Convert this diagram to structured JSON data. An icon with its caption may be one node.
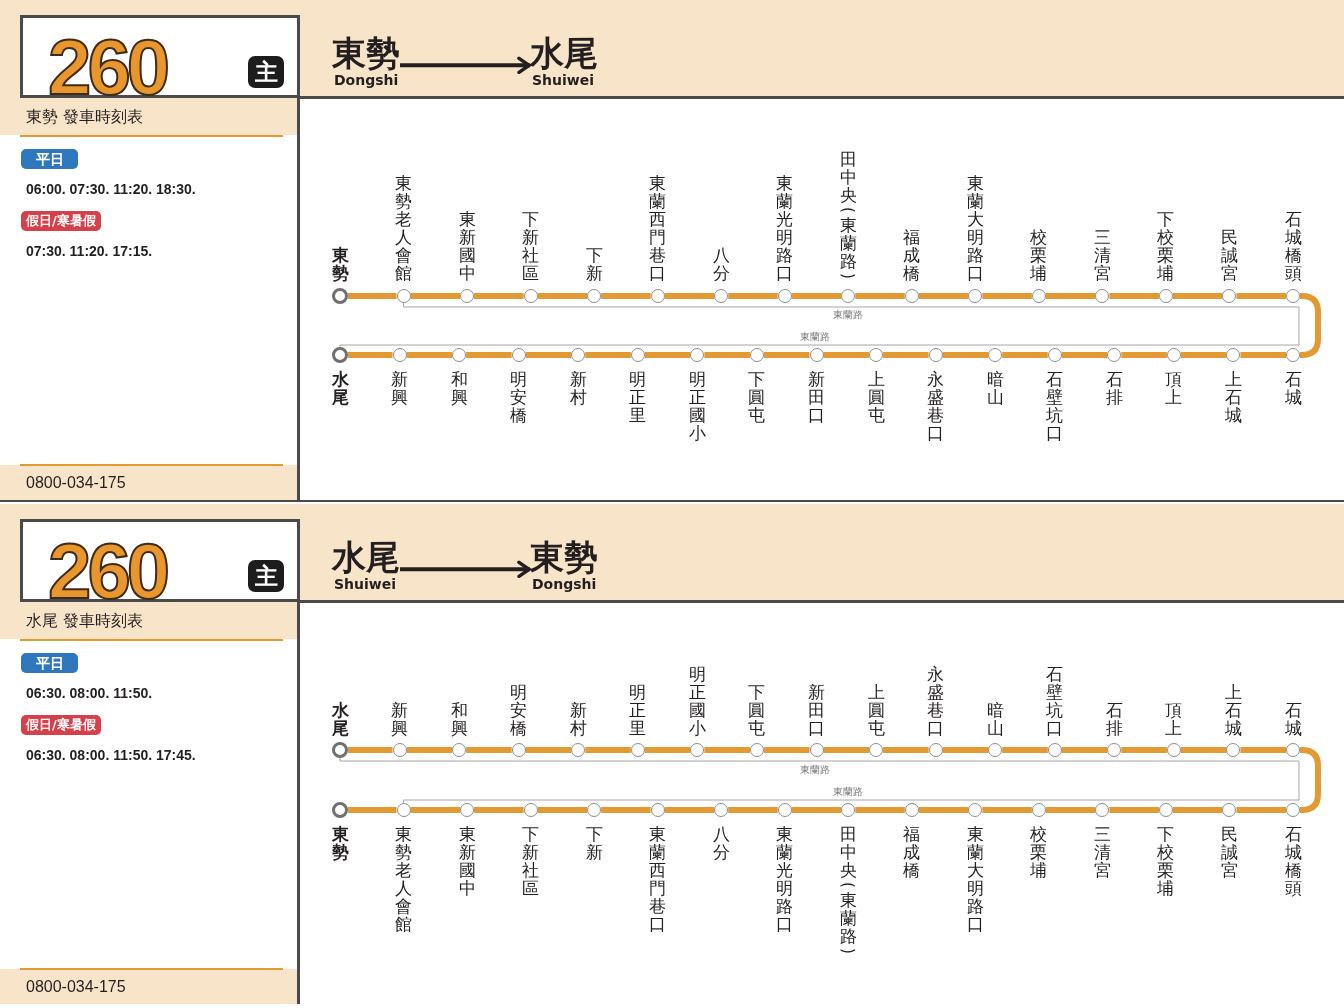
{
  "diagram": {
    "nodes": [
      {
        "text": [
          "260"
        ]
      },
      {
        "text": [
          "主"
        ],
        "in": 0
      },
      {
        "text": [
          "東勢",
          "Dongshi"
        ]
      },
      {
        "text": [
          "水尾",
          "Shuiwei"
        ]
      },
      {
        "text": [
          "東勢 發車時刻表"
        ]
      },
      {
        "text": [
          "平日"
        ]
      },
      {
        "text": [
          "假日/寒暑假"
        ]
      },
      {
        "text": [
          "0800-034-175"
        ]
      },
      {
        "text": [],
        "shape": "circle",
        "beside": [
          "東勢"
        ]
      },
      {
        "text": [],
        "shape": "circle",
        "beside": [
          "東勢老人會館"
        ]
      },
      {
        "text": [],
        "shape": "circle",
        "beside": [
          "東新國中"
        ]
      },
      {
        "text": [],
        "shape": "circle",
        "beside": [
          "下新社區"
        ]
      },
      {
        "text": [],
        "shape": "circle",
        "beside": [
          "下新"
        ]
      },
      {
        "text": [],
        "shape": "circle",
        "beside": [
          "東蘭西門巷口"
        ]
      },
      {
        "text": [],
        "shape": "circle",
        "beside": [
          "八分"
        ]
      },
      {
        "text": [],
        "shape": "circle",
        "beside": [
          "東蘭光明路口"
        ]
      },
      {
        "text": [],
        "shape": "circle",
        "beside": [
          "田中央(東蘭路)"
        ]
      },
      {
        "text": [],
        "shape": "circle",
        "beside": [
          "福成橋"
        ]
      },
      {
        "text": [],
        "shape": "circle",
        "beside": [
          "東蘭大明路口"
        ]
      },
      {
        "text": [],
        "shape": "circle",
        "beside": [
          "校栗埔"
        ]
      },
      {
        "text": [],
        "shape": "circle",
        "beside": [
          "三清宮"
        ]
      },
      {
        "text": [],
        "shape": "circle",
        "beside": [
          "下校栗埔"
        ]
      },
      {
        "text": [],
        "shape": "circle",
        "beside": [
          "民誠宮"
        ]
      },
      {
        "text": [],
        "shape": "circle",
        "beside": [
          "石城橋頭"
        ]
      },
      {
        "text": [],
        "shape": "circle",
        "beside": [
          "石城"
        ]
      },
      {
        "text": [],
        "shape": "circle",
        "beside": [
          "上石城"
        ]
      },
      {
        "text": [],
        "shape": "circle",
        "beside": [
          "頂上"
        ]
      },
      {
        "text": [],
        "shape": "circle",
        "beside": [
          "石排"
        ]
      },
      {
        "text": [],
        "shape": "circle",
        "beside": [
          "石壁坑口"
        ]
      },
      {
        "text": [],
        "shape": "circle",
        "beside": [
          "暗山"
        ]
      },
      {
        "text": [],
        "shape": "circle",
        "beside": [
          "永盛巷口"
        ]
      },
      {
        "text": [],
        "shape": "circle",
        "beside": [
          "上圓屯"
        ]
      },
      {
        "text": [],
        "shape": "circle",
        "beside": [
          "新田口"
        ]
      },
      {
        "text": [],
        "shape": "circle",
        "beside": [
          "下圓屯"
        ]
      },
      {
        "text": [],
        "shape": "circle",
        "beside": [
          "明正國小"
        ]
      },
      {
        "text": [],
        "shape": "circle",
        "beside": [
          "明正里"
        ]
      },
      {
        "text": [],
        "shape": "circle",
        "beside": [
          "新村"
        ]
      },
      {
        "text": [],
        "shape": "circle",
        "beside": [
          "明安橋"
        ]
      },
      {
        "text": [],
        "shape": "circle",
        "beside": [
          "和興"
        ]
      },
      {
        "text": [],
        "shape": "circle",
        "beside": [
          "新興"
        ]
      },
      {
        "text": [],
        "shape": "circle",
        "beside": [
          "水尾"
        ]
      },
      {
        "text": [
          "260"
        ]
      },
      {
        "text": [
          "主"
        ],
        "in": 41
      },
      {
        "text": [
          "水尾",
          "Shuiwei"
        ]
      },
      {
        "text": [
          "東勢",
          "Dongshi"
        ]
      },
      {
        "text": [
          "水尾 發車時刻表"
        ]
      },
      {
        "text": [
          "平日"
        ]
      },
      {
        "text": [
          "假日/寒暑假"
        ]
      },
      {
        "text": [
          "0800-034-175"
        ]
      },
      {
        "text": [],
        "shape": "circle",
        "beside": [
          "水尾"
        ]
      },
      {
        "text": [],
        "shape": "circle",
        "beside": [
          "新興"
        ]
      },
      {
        "text": [],
        "shape": "circle",
        "beside": [
          "和興"
        ]
      },
      {
        "text": [],
        "shape": "circle",
        "beside": [
          "明安橋"
        ]
      },
      {
        "text": [],
        "shape": "circle",
        "beside": [
          "新村"
        ]
      },
      {
        "text": [],
        "shape": "circle",
        "beside": [
          "明正里"
        ]
      },
      {
        "text": [],
        "shape": "circle",
        "beside": [
          "明正國小"
        ]
      },
      {
        "text": [],
        "shape": "circle",
        "beside": [
          "下圓屯"
        ]
      },
      {
        "text": [],
        "shape": "circle",
        "beside": [
          "新田口"
        ]
      },
      {
        "text": [],
        "shape": "circle",
        "beside": [
          "上圓屯"
        ]
      },
      {
        "text": [],
        "shape": "circle",
        "beside": [
          "永盛巷口"
        ]
      },
      {
        "text": [],
        "shape": "circle",
        "beside": [
          "暗山"
        ]
      },
      {
        "text": [],
        "shape": "circle",
        "beside": [
          "石壁坑口"
        ]
      },
      {
        "text": [],
        "shape": "circle",
        "beside": [
          "石排"
        ]
      },
      {
        "text": [],
        "shape": "circle",
        "beside": [
          "頂上"
        ]
      },
      {
        "text": [],
        "shape": "circle",
        "beside": [
          "上石城"
        ]
      },
      {
        "text": [],
        "shape": "circle",
        "beside": [
          "石城"
        ]
      },
      {
        "text": [],
        "shape": "circle",
        "beside": [
          "石城橋頭"
        ]
      },
      {
        "text": [],
        "shape": "circle",
        "beside": [
          "民誠宮"
        ]
      },
      {
        "text": [],
        "shape": "circle",
        "beside": [
          "下校栗埔"
        ]
      },
      {
        "text": [],
        "shape": "circle",
        "beside": [
          "三清宮"
        ]
      },
      {
        "text": [],
        "shape": "circle",
        "beside": [
          "校栗埔"
        ]
      },
      {
        "text": [],
        "shape": "circle",
        "beside": [
          "東蘭大明路口"
        ]
      },
      {
        "text": [],
        "shape": "circle",
        "beside": [
          "福成橋"
        ]
      },
      {
        "text": [],
        "shape": "circle",
        "beside": [
          "田中央(東蘭路)"
        ]
      },
      {
        "text": [],
        "shape": "circle",
        "beside": [
          "東蘭光明路口"
        ]
      },
      {
        "text": [],
        "shape": "circle",
        "beside": [
          "八分"
        ]
      },
      {
        "text": [],
        "shape": "circle",
        "beside": [
          "東蘭西門巷口"
        ]
      },
      {
        "text": [],
        "shape": "circle",
        "beside": [
          "下新"
        ]
      },
      {
        "text": [],
        "shape": "circle",
        "beside": [
          "下新社區"
        ]
      },
      {
        "text": [],
        "shape": "circle",
        "beside": [
          "東新國中"
        ]
      },
      {
        "text": [],
        "shape": "circle",
        "beside": [
          "東勢老人會館"
        ]
      },
      {
        "text": [],
        "shape": "circle",
        "beside": [
          "東勢"
        ]
      }
    ],
    "edges": [
      {
        "from": 2,
        "to": 3,
        "arrow": "to",
        "color": "#231f20"
      },
      {
        "from": 8,
        "to": 9,
        "arrow": "none"
      },
      {
        "from": 9,
        "to": 10,
        "arrow": "none"
      },
      {
        "from": 10,
        "to": 11,
        "arrow": "none"
      },
      {
        "from": 11,
        "to": 12,
        "arrow": "none"
      },
      {
        "from": 12,
        "to": 13,
        "arrow": "none"
      },
      {
        "from": 13,
        "to": 14,
        "arrow": "none"
      },
      {
        "from": 14,
        "to": 15,
        "arrow": "none"
      },
      {
        "from": 15,
        "to": 16,
        "arrow": "none"
      },
      {
        "from": 16,
        "to": 17,
        "arrow": "none"
      },
      {
        "from": 17,
        "to": 18,
        "arrow": "none"
      },
      {
        "from": 18,
        "to": 19,
        "arrow": "none"
      },
      {
        "from": 19,
        "to": 20,
        "arrow": "none"
      },
      {
        "from": 20,
        "to": 21,
        "arrow": "none"
      },
      {
        "from": 21,
        "to": 22,
        "arrow": "none"
      },
      {
        "from": 22,
        "to": 23,
        "arrow": "none"
      },
      {
        "from": 23,
        "to": 24,
        "arrow": "none"
      },
      {
        "from": 24,
        "to": 25,
        "arrow": "none"
      },
      {
        "from": 25,
        "to": 26,
        "arrow": "none"
      },
      {
        "from": 26,
        "to": 27,
        "arrow": "none"
      },
      {
        "from": 27,
        "to": 28,
        "arrow": "none"
      },
      {
        "from": 28,
        "to": 29,
        "arrow": "none"
      },
      {
        "from": 29,
        "to": 30,
        "arrow": "none"
      },
      {
        "from": 30,
        "to": 31,
        "arrow": "none"
      },
      {
        "from": 31,
        "to": 32,
        "arrow": "none"
      },
      {
        "from": 32,
        "to": 33,
        "arrow": "none"
      },
      {
        "from": 33,
        "to": 34,
        "arrow": "none"
      },
      {
        "from": 34,
        "to": 35,
        "arrow": "none"
      },
      {
        "from": 35,
        "to": 36,
        "arrow": "none"
      },
      {
        "from": 36,
        "to": 37,
        "arrow": "none"
      },
      {
        "from": 37,
        "to": 38,
        "arrow": "none"
      },
      {
        "from": 38,
        "to": 39,
        "arrow": "none"
      },
      {
        "from": 39,
        "to": 40,
        "arrow": "none"
      },
      {
        "from": 9,
        "to": 40,
        "arrow": "none",
        "color": "#a6a6a6"
      },
      {
        "from": 43,
        "to": 44,
        "arrow": "to",
        "color": "#231f20"
      },
      {
        "from": 49,
        "to": 50,
        "arrow": "none"
      },
      {
        "from": 50,
        "to": 51,
        "arrow": "none"
      },
      {
        "from": 51,
        "to": 52,
        "arrow": "none"
      },
      {
        "from": 52,
        "to": 53,
        "arrow": "none"
      },
      {
        "from": 53,
        "to": 54,
        "arrow": "none"
      },
      {
        "from": 54,
        "to": 55,
        "arrow": "none"
      },
      {
        "from": 55,
        "to": 56,
        "arrow": "none"
      },
      {
        "from": 56,
        "to": 57,
        "arrow": "none"
      },
      {
        "from": 57,
        "to": 58,
        "arrow": "none"
      },
      {
        "from": 58,
        "to": 59,
        "arrow": "none"
      },
      {
        "from": 59,
        "to": 60,
        "arrow": "none"
      },
      {
        "from": 60,
        "to": 61,
        "arrow": "none"
      },
      {
        "from": 61,
        "to": 62,
        "arrow": "none"
      },
      {
        "from": 62,
        "to": 63,
        "arrow": "none"
      },
      {
        "from": 63,
        "to": 64,
        "arrow": "none"
      },
      {
        "from": 64,
        "to": 65,
        "arrow": "none"
      },
      {
        "from": 65,
        "to": 66,
        "arrow": "none"
      },
      {
        "from": 66,
        "to": 67,
        "arrow": "none"
      },
      {
        "from": 67,
        "to": 68,
        "arrow": "none"
      },
      {
        "from": 68,
        "to": 69,
        "arrow": "none"
      },
      {
        "from": 69,
        "to": 70,
        "arrow": "none"
      },
      {
        "from": 70,
        "to": 71,
        "arrow": "none"
      },
      {
        "from": 71,
        "to": 72,
        "arrow": "none"
      },
      {
        "from": 72,
        "to": 73,
        "arrow": "none"
      },
      {
        "from": 73,
        "to": 74,
        "arrow": "none"
      },
      {
        "from": 74,
        "to": 75,
        "arrow": "none"
      },
      {
        "from": 75,
        "to": 76,
        "arrow": "none"
      },
      {
        "from": 76,
        "to": 77,
        "arrow": "none"
      },
      {
        "from": 77,
        "to": 78,
        "arrow": "none"
      },
      {
        "from": 78,
        "to": 79,
        "arrow": "none"
      },
      {
        "from": 79,
        "to": 80,
        "arrow": "none"
      },
      {
        "from": 80,
        "to": 81,
        "arrow": "none"
      },
      {
        "from": 49,
        "to": 80,
        "arrow": "none",
        "color": "#a6a6a6"
      }
    ],
    "labels": [
      "06:00. 07:30. 11:20. 18:30.",
      "07:30. 11:20. 17:15.",
      "東蘭路",
      "東蘭路",
      "06:30. 08:00. 11:50.",
      "06:30. 08:00. 11:50. 17:45.",
      "東蘭路",
      "東蘭路"
    ]
  }
}
